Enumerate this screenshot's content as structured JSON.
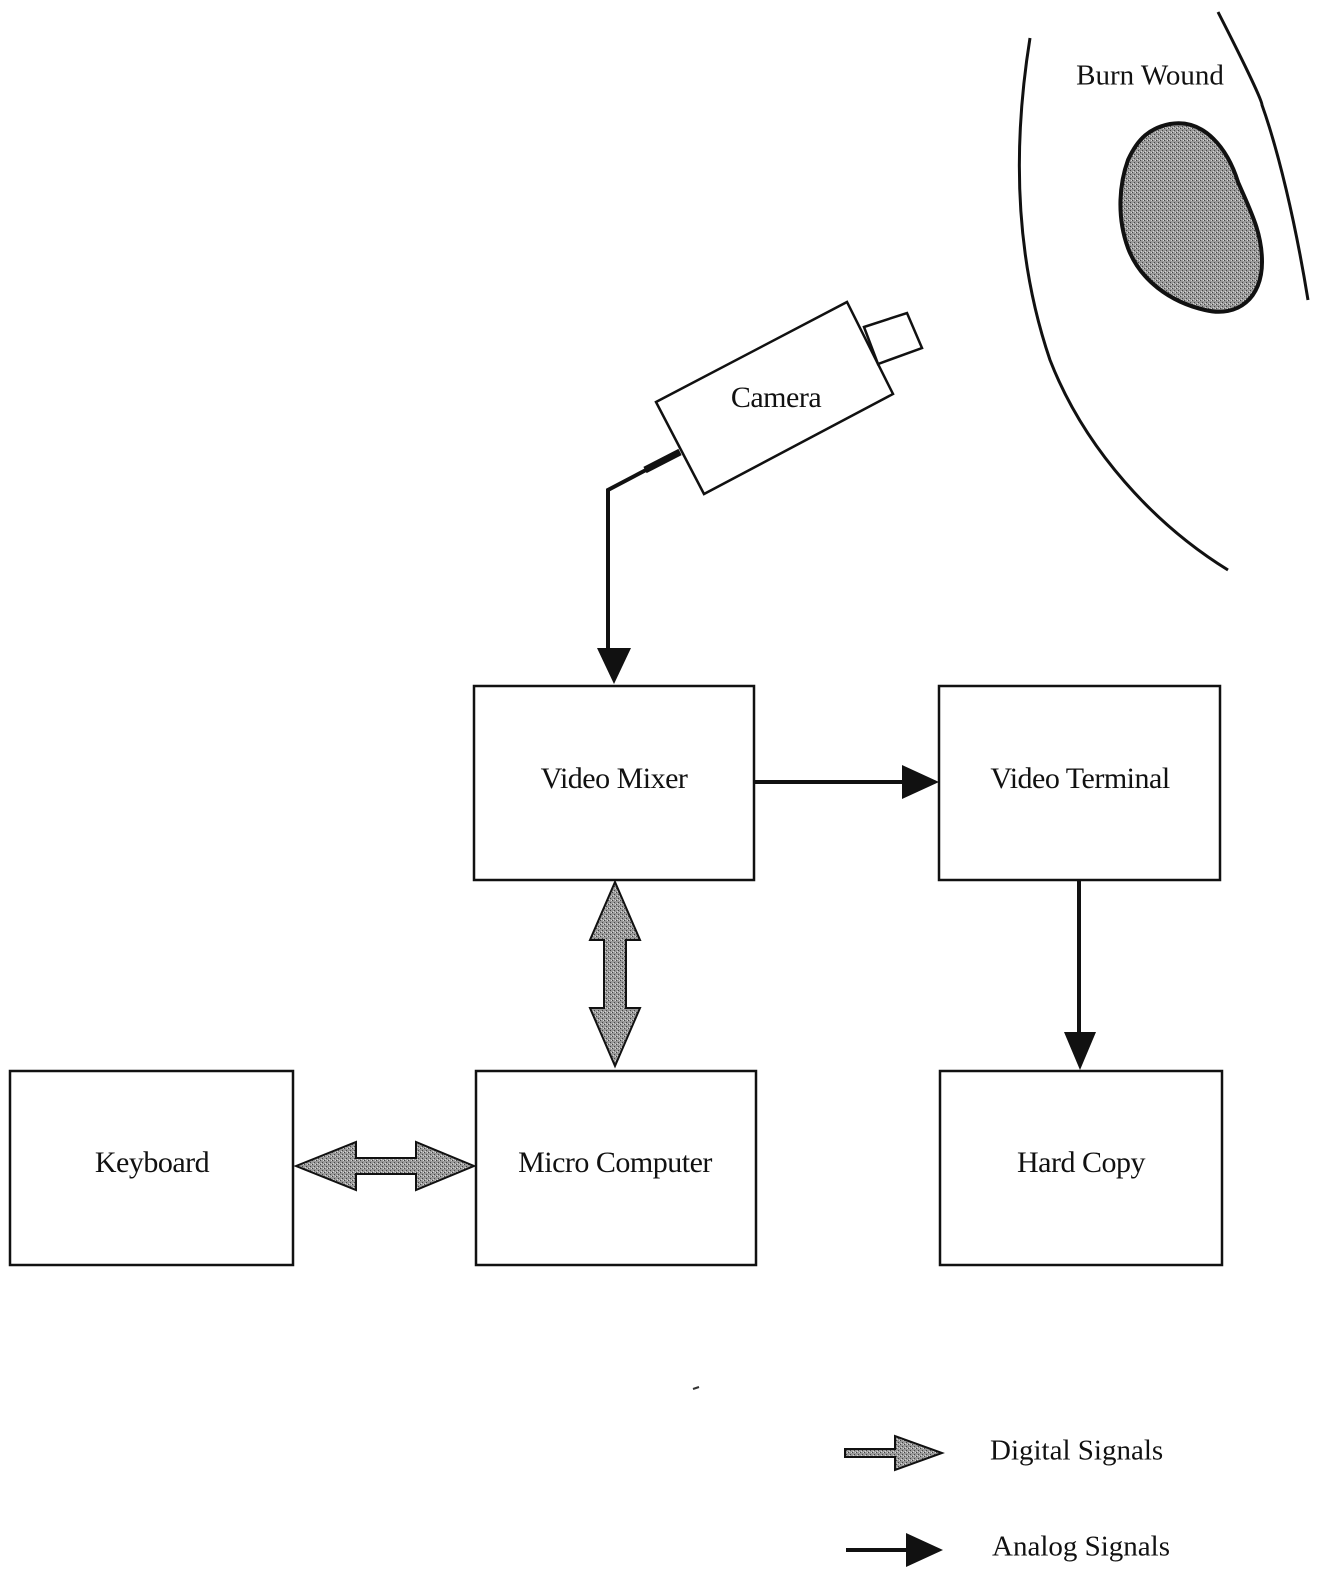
{
  "wound": {
    "label": "Burn Wound"
  },
  "camera": {
    "label": "Camera"
  },
  "boxes": {
    "video_mixer": "Video Mixer",
    "video_terminal": "Video Terminal",
    "keyboard": "Keyboard",
    "micro_computer": "Micro Computer",
    "hard_copy": "Hard Copy"
  },
  "legend": {
    "digital_label": "Digital Signals",
    "analog_label": "Analog Signals"
  },
  "colors": {
    "ink": "#111111",
    "stipple": "#8a8a8a",
    "background": "#ffffff"
  },
  "icons": {
    "wound": "burn-wound-blob",
    "camera": "video-camera"
  }
}
